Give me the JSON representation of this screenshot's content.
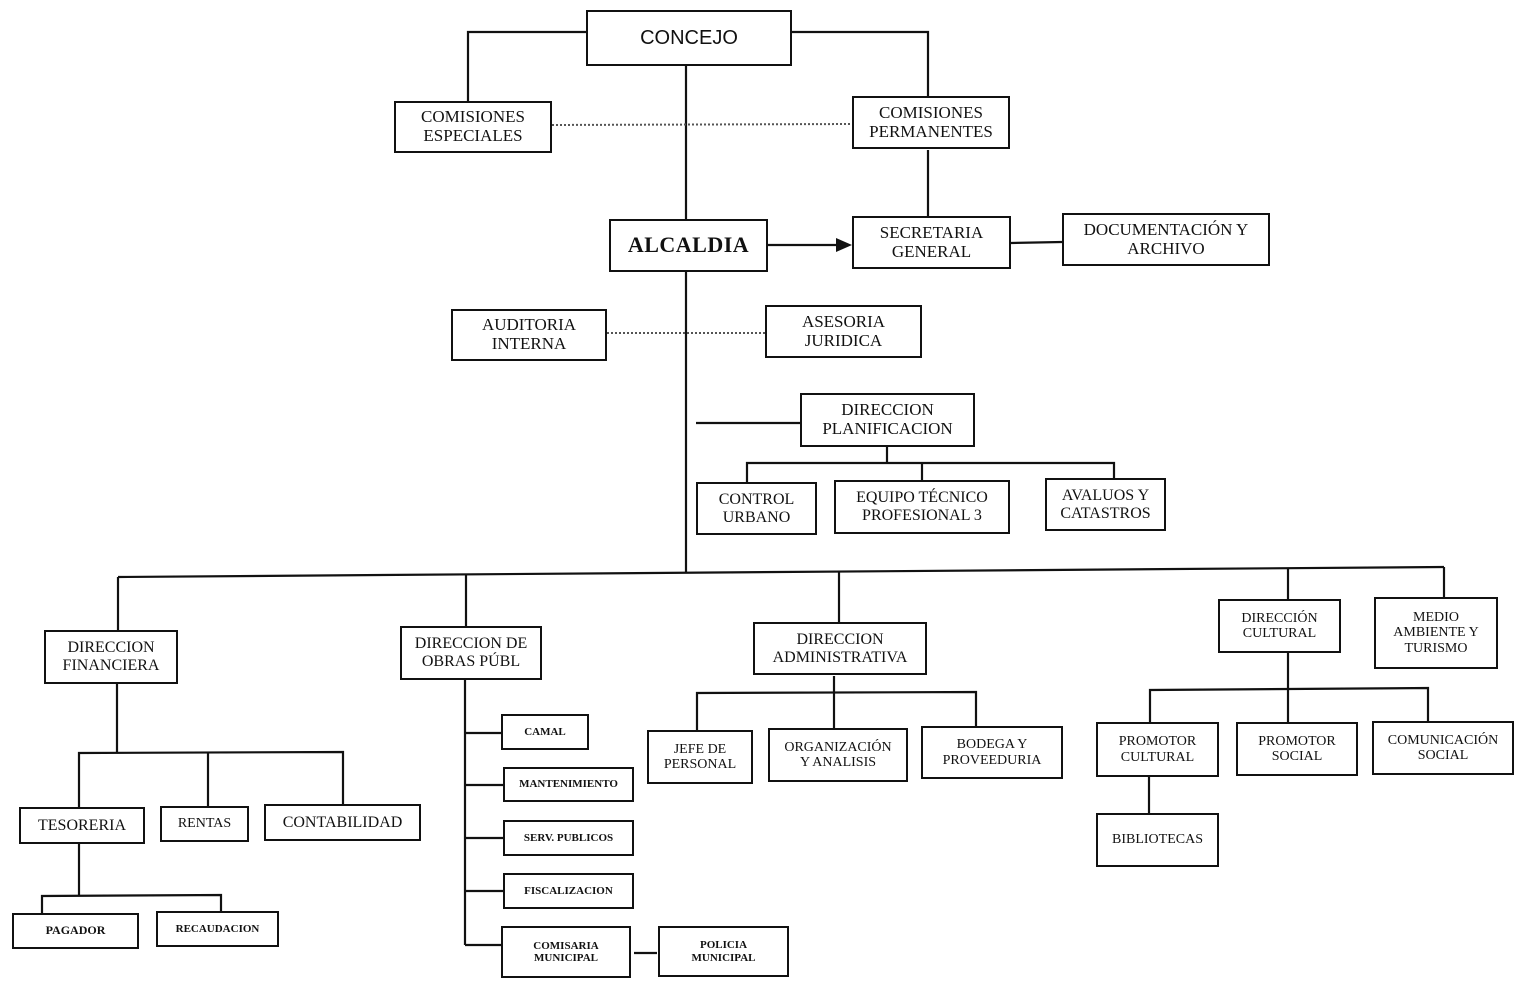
{
  "title": "Organigrama Municipal",
  "nodes": {
    "concejo": "CONCEJO",
    "comisiones_especiales": "COMISIONES\nESPECIALES",
    "comisiones_permanentes": "COMISIONES\nPERMANENTES",
    "alcaldia": "ALCALDIA",
    "secretaria_general": "SECRETARIA\nGENERAL",
    "documentacion_archivo": "DOCUMENTACIÓN Y\nARCHIVO",
    "auditoria_interna": "AUDITORIA\nINTERNA",
    "asesoria_juridica": "ASESORIA\nJURIDICA",
    "direccion_planificacion": "DIRECCION\nPLANIFICACION",
    "control_urbano": "CONTROL\nURBANO",
    "equipo_tecnico": "EQUIPO TÉCNICO\nPROFESIONAL 3",
    "avaluos_catastros": "AVALUOS Y\nCATASTROS",
    "direccion_financiera": "DIRECCION\nFINANCIERA",
    "tesoreria": "TESORERIA",
    "rentas": "RENTAS",
    "contabilidad": "CONTABILIDAD",
    "pagador": "PAGADOR",
    "recaudacion": "RECAUDACION",
    "direccion_obras": "DIRECCION DE\nOBRAS PÚBL",
    "camal": "CAMAL",
    "mantenimiento": "MANTENIMIENTO",
    "serv_publicos": "SERV. PUBLICOS",
    "fiscalizacion": "FISCALIZACION",
    "comisaria_municipal": "COMISARIA\nMUNICIPAL",
    "policia_municipal": "POLICIA\nMUNICIPAL",
    "direccion_administrativa": "DIRECCION\nADMINISTRATIVA",
    "jefe_personal": "JEFE DE\nPERSONAL",
    "organizacion_analisis": "ORGANIZACIÓN\nY ANALISIS",
    "bodega_proveeduria": "BODEGA Y\nPROVEEDURIA",
    "direccion_cultural": "DIRECCIÓN\nCULTURAL",
    "medio_ambiente": "MEDIO\nAMBIENTE Y\nTURISMO",
    "promotor_cultural": "PROMOTOR\nCULTURAL",
    "promotor_social": "PROMOTOR\nSOCIAL",
    "comunicacion_social": "COMUNICACIÓN\nSOCIAL",
    "bibliotecas": "BIBLIOTECAS"
  },
  "colors": {
    "line": "#111111",
    "dotted": "#555555",
    "background": "#ffffff"
  }
}
